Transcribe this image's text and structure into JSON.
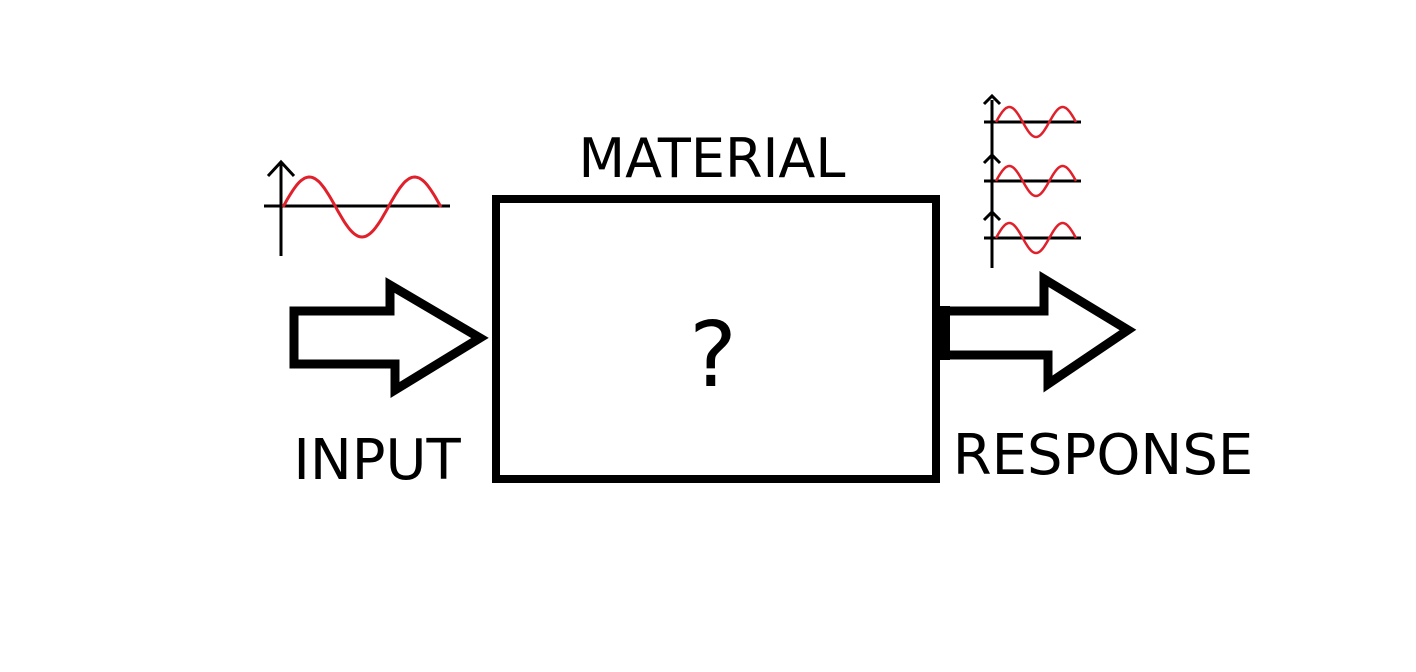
{
  "diagram": {
    "material_label": "MATERIAL",
    "unknown_symbol": "?",
    "input_label": "INPUT",
    "response_label": "RESPONSE"
  },
  "colors": {
    "line": "#000000",
    "wave": "#e0202a",
    "background": "#ffffff"
  },
  "icons": {
    "input_signal": "sine-wave-plot-icon",
    "response_signals": [
      "sine-wave-plot-icon",
      "sine-wave-plot-icon",
      "sine-wave-plot-icon"
    ],
    "input_arrow": "right-arrow-icon",
    "response_arrow": "right-arrow-icon"
  }
}
